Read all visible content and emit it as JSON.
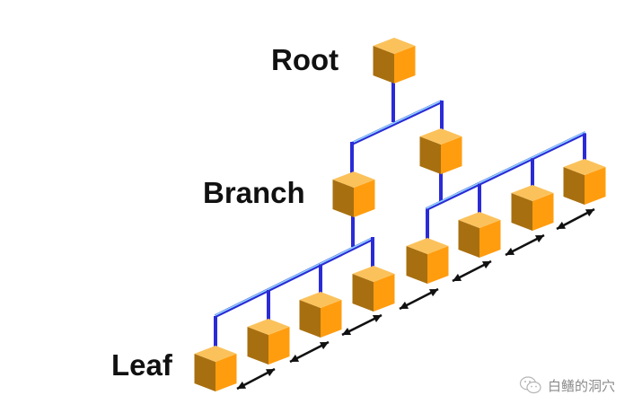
{
  "diagram": {
    "title": "B-tree index structure",
    "levels": [
      {
        "id": "root",
        "label": "Root"
      },
      {
        "id": "branch",
        "label": "Branch"
      },
      {
        "id": "leaf",
        "label": "Leaf"
      }
    ],
    "nodes": {
      "root": {
        "count": 1
      },
      "branch": {
        "count": 2
      },
      "leaf": {
        "count": 8,
        "groups": [
          4,
          4
        ]
      }
    },
    "leaf_links": "bidirectional",
    "colors": {
      "cube_top": "#FBC25C",
      "cube_left": "#A86F10",
      "cube_right": "#FF9D0F",
      "connector": "#2B2BD6",
      "connector_highlight": "#8FD3FF",
      "arrow": "#111111",
      "label": "#111111"
    }
  },
  "watermark": {
    "icon": "wechat-icon",
    "text": "白鳝的洞穴"
  }
}
